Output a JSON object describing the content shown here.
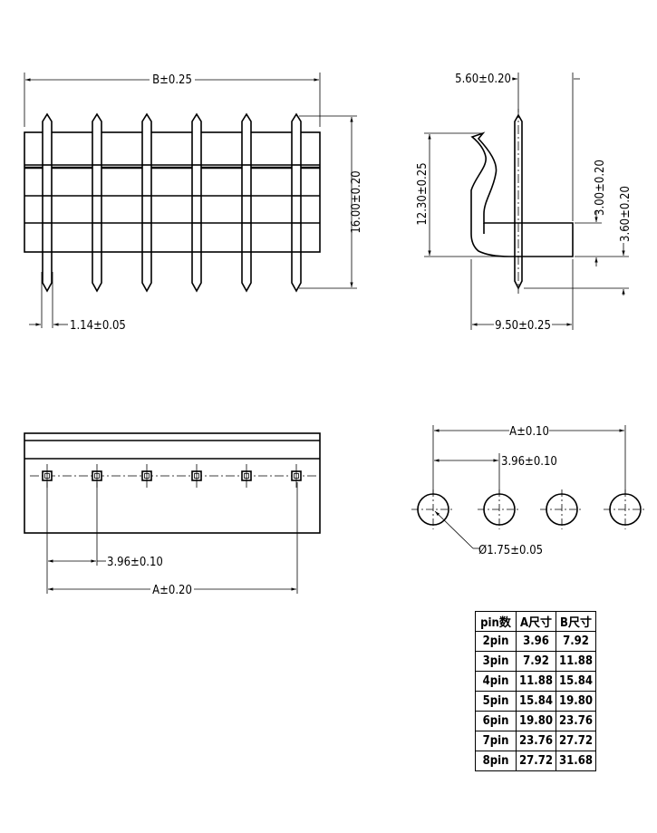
{
  "front_view": {
    "width_dim": "B±0.25",
    "height_dim": "16.00±0.20",
    "pin_width_dim": "1.14±0.05"
  },
  "side_view": {
    "top_dim": "5.60±0.20",
    "height_dim": "12.30±0.25",
    "pin_height_dim": "3.00±0.20",
    "base_height_dim": "3.60±0.20",
    "depth_dim": "9.50±0.25"
  },
  "bottom_view": {
    "pitch_dim": "3.96±0.10",
    "span_dim": "A±0.20"
  },
  "pcb_layout": {
    "span_dim": "A±0.10",
    "pitch_dim": "3.96±0.10",
    "hole_dim": "Ø1.75±0.05"
  },
  "pin_table": {
    "headers": [
      "pin数",
      "A尺寸",
      "B尺寸"
    ],
    "rows": [
      [
        "2pin",
        "3.96",
        "7.92"
      ],
      [
        "3pin",
        "7.92",
        "11.88"
      ],
      [
        "4pin",
        "11.88",
        "15.84"
      ],
      [
        "5pin",
        "15.84",
        "19.80"
      ],
      [
        "6pin",
        "19.80",
        "23.76"
      ],
      [
        "7pin",
        "23.76",
        "27.72"
      ],
      [
        "8pin",
        "27.72",
        "31.68"
      ]
    ]
  }
}
